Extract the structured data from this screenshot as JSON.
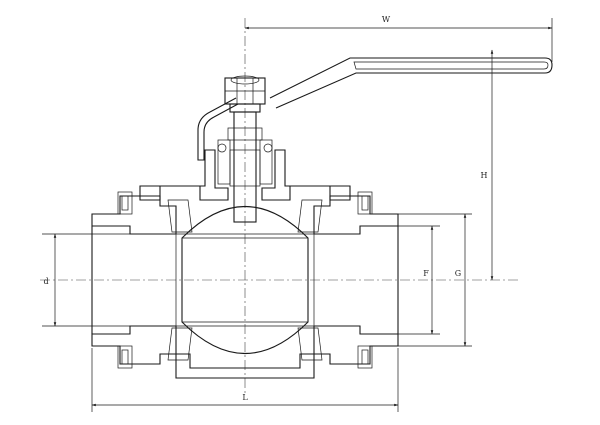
{
  "dimensions": {
    "W": "W",
    "H": "H",
    "L": "L",
    "d": "d",
    "F": "F",
    "G": "G"
  },
  "colors": {
    "line": "#1a1a1a",
    "background": "#ffffff"
  }
}
